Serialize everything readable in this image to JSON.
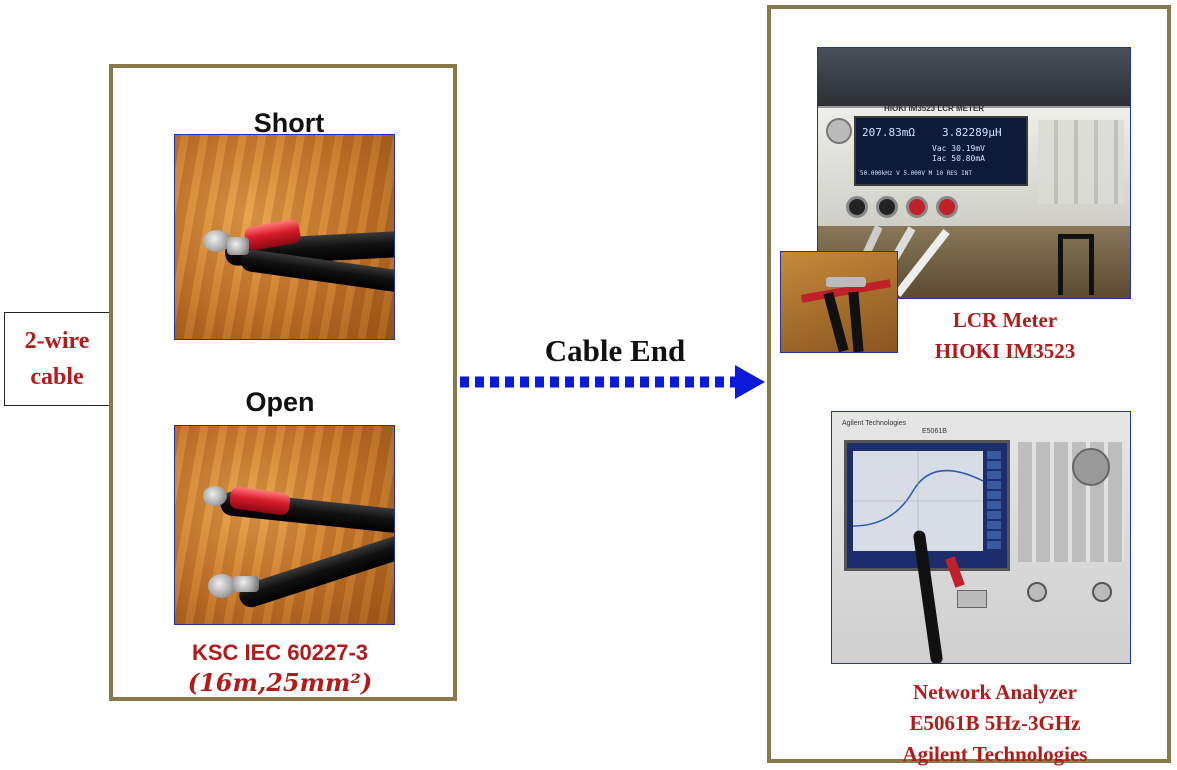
{
  "source_label": {
    "line1": "2-wire",
    "line2": "cable"
  },
  "conditions": [
    {
      "label": "Short"
    },
    {
      "label": "Open"
    }
  ],
  "cable_spec": {
    "standard": "KSC IEC 60227-3",
    "dimensions": "(16m,25mm²)"
  },
  "connector": {
    "label": "Cable End"
  },
  "instruments": [
    {
      "caption_line1": "LCR  Meter",
      "caption_line2": "HIOKI  IM3523",
      "screen": {
        "brand": "HIOKI IM3523 LCR METER",
        "reading_r": "207.83mΩ",
        "reading_l": "3.82289μH",
        "vac": "Vac  30.19mV",
        "iac": "Iac  50.80mA",
        "status": "50.000kHz  V  5.000V  M  10  RES  INT"
      }
    },
    {
      "caption_line1": "Network  Analyzer",
      "caption_line2": "E5061B 5Hz-3GHz",
      "caption_line3": "Agilent Technologies",
      "screen": {
        "brand": "Agilent Technologies",
        "model": "E5061B"
      }
    }
  ],
  "colors": {
    "frame": "#8a7a4a",
    "accent_red": "#b41a1a",
    "arrow_blue": "#0a1ad6",
    "photo_border": "#2233aa"
  }
}
